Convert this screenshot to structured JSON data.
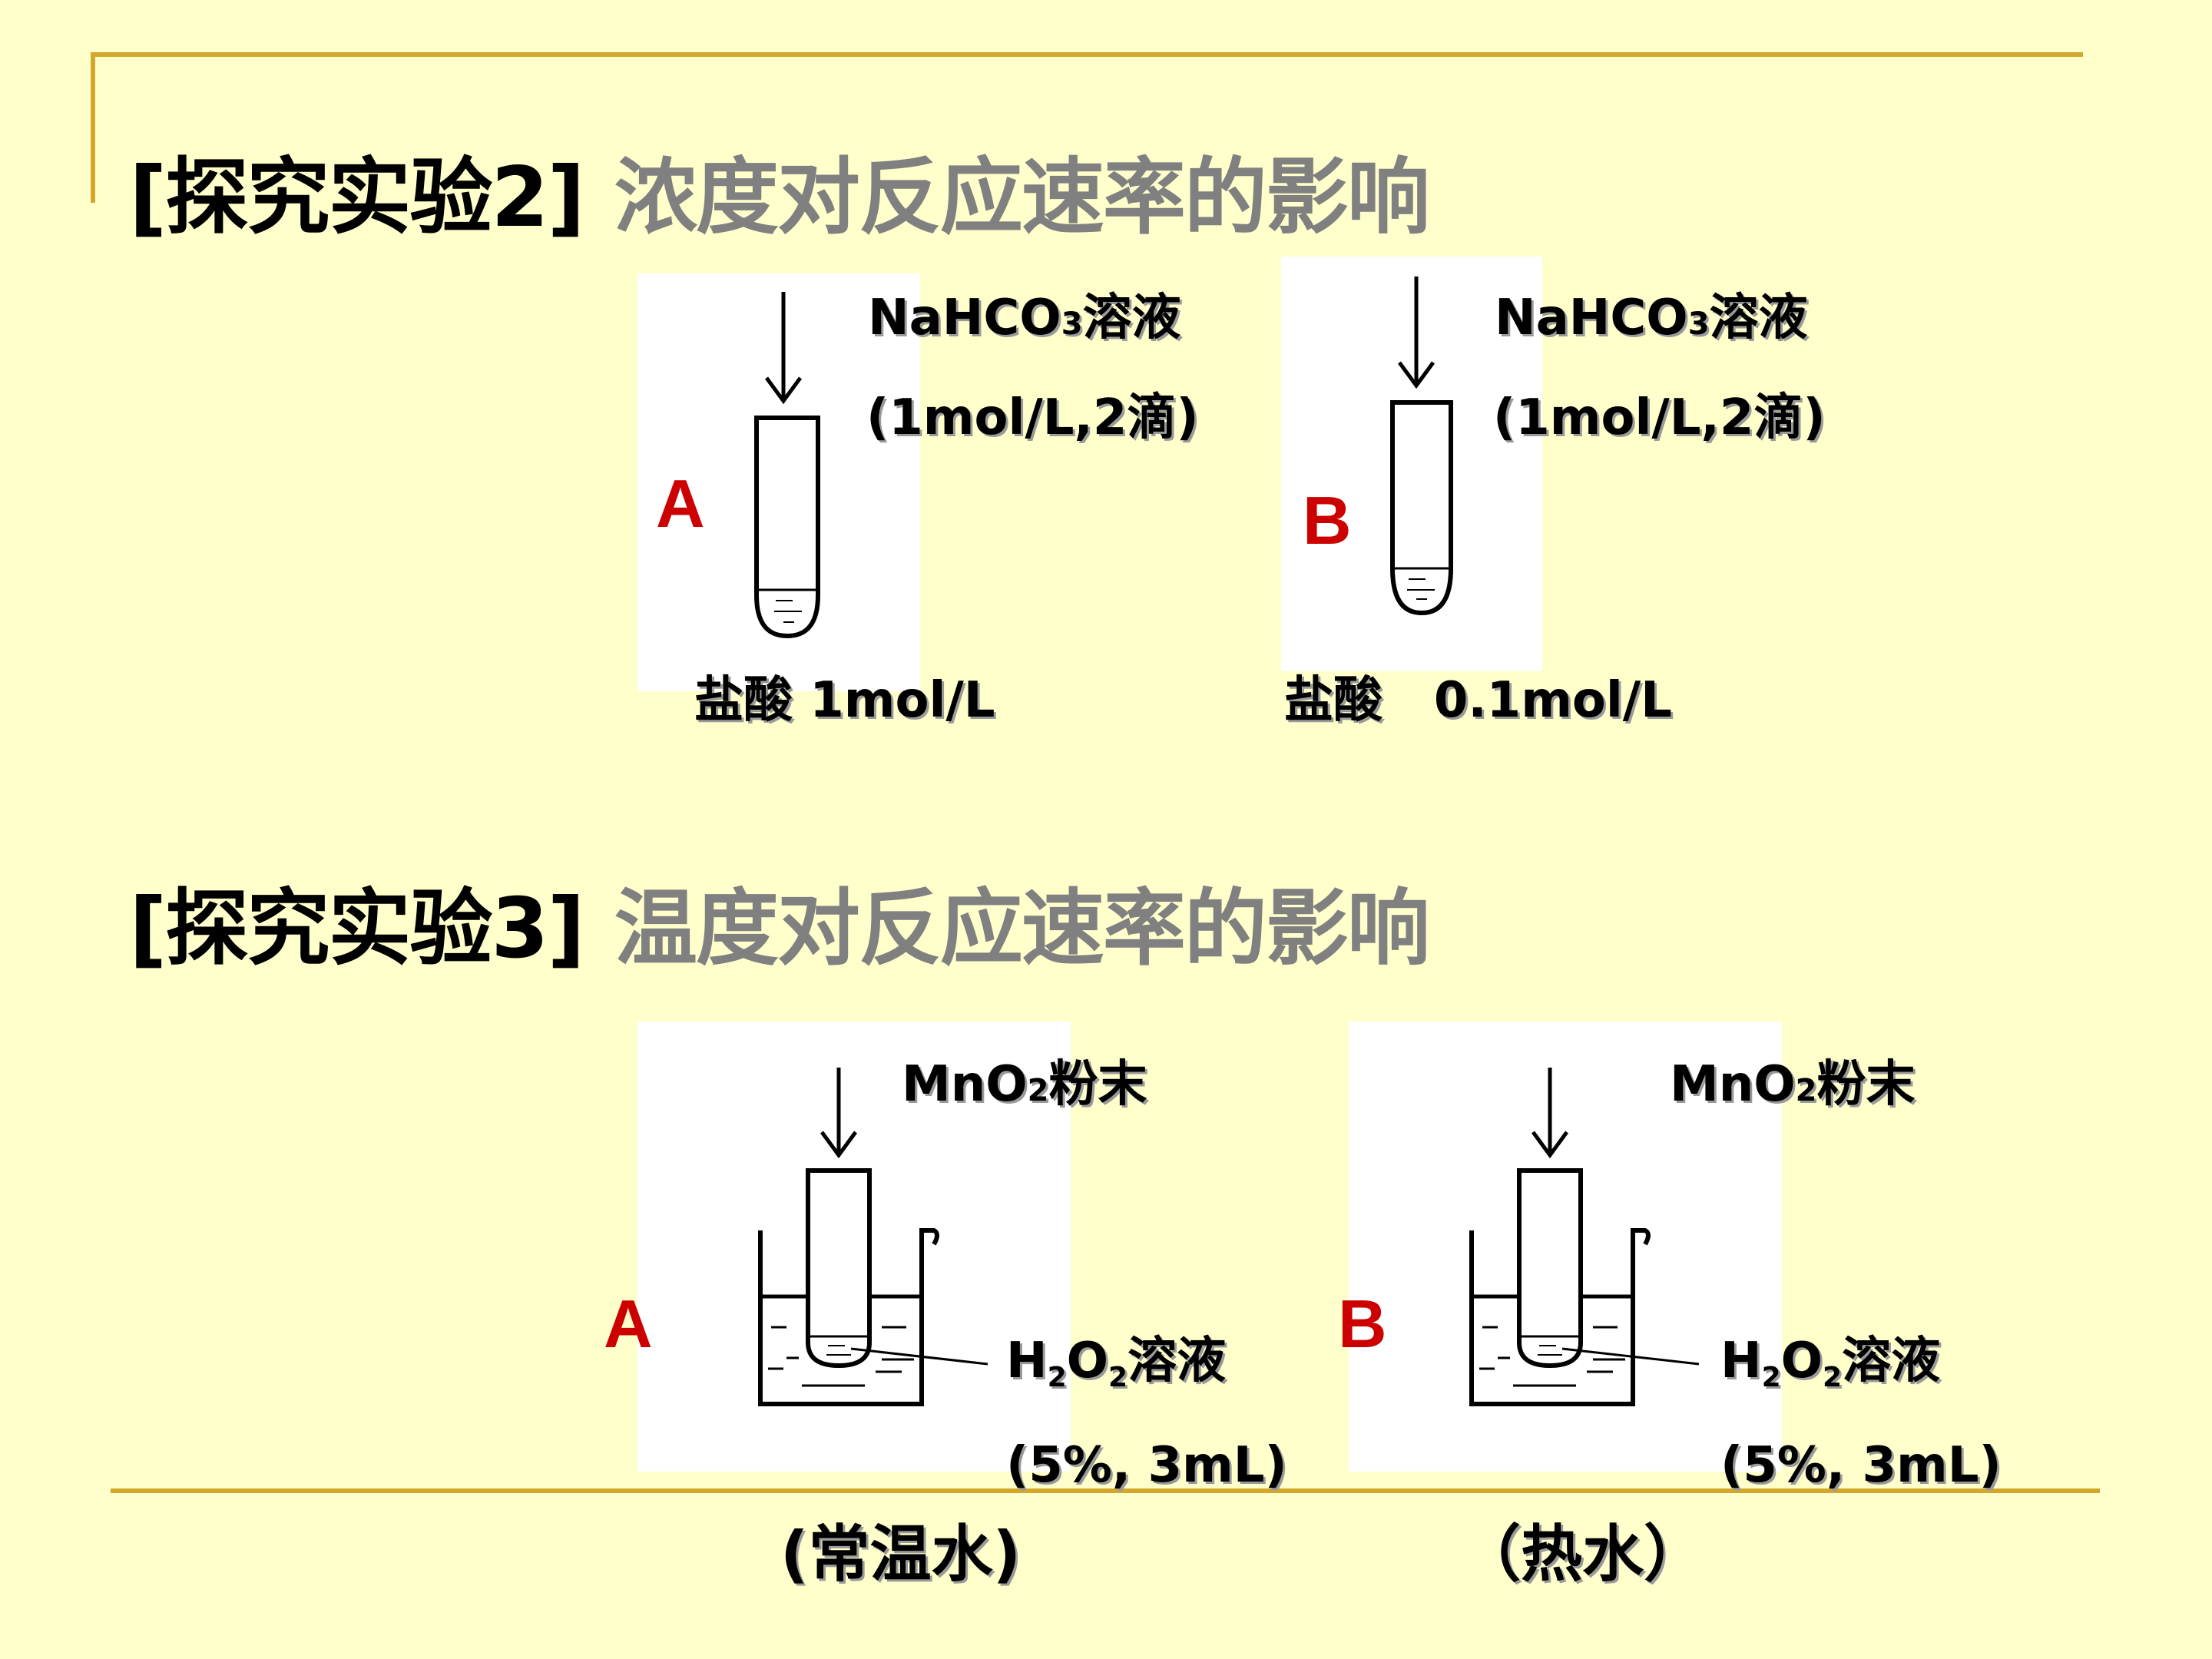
{
  "experiment2": {
    "title": "[探究实验2]",
    "subtitle": "浓度对反应速率的影响",
    "tubeA": {
      "letter": "A",
      "reagent_name": "NaHCO",
      "reagent_sub": "3",
      "reagent_suffix": "溶液",
      "reagent_amount": "(1mol/L,2滴)",
      "acid_label": "盐酸 1mol/L"
    },
    "tubeB": {
      "letter": "B",
      "reagent_name": "NaHCO",
      "reagent_sub": "3",
      "reagent_suffix": "溶液",
      "reagent_amount": "(1mol/L,2滴)",
      "acid_label": "盐酸   0.1mol/L"
    }
  },
  "experiment3": {
    "title": "[探究实验3]",
    "subtitle": "温度对反应速率的影响",
    "setupA": {
      "letter": "A",
      "powder_name": "MnO",
      "powder_sub": "2",
      "powder_suffix": "粉末",
      "solution_h": "H",
      "solution_sub1": "2",
      "solution_o": "O",
      "solution_sub2": "2",
      "solution_suffix": "溶液",
      "solution_amount": "(5%, 3mL)",
      "condition": "(常温水)"
    },
    "setupB": {
      "letter": "B",
      "powder_name": "MnO",
      "powder_sub": "2",
      "powder_suffix": "粉末",
      "solution_h": "H",
      "solution_sub1": "2",
      "solution_o": "O",
      "solution_sub2": "2",
      "solution_suffix": "溶液",
      "solution_amount": "(5%, 3mL)",
      "condition": "（热水）"
    }
  },
  "colors": {
    "background": "#FFFFCC",
    "rule": "#D4A72C",
    "letter": "#CC0000",
    "subtitle": "#808080"
  }
}
